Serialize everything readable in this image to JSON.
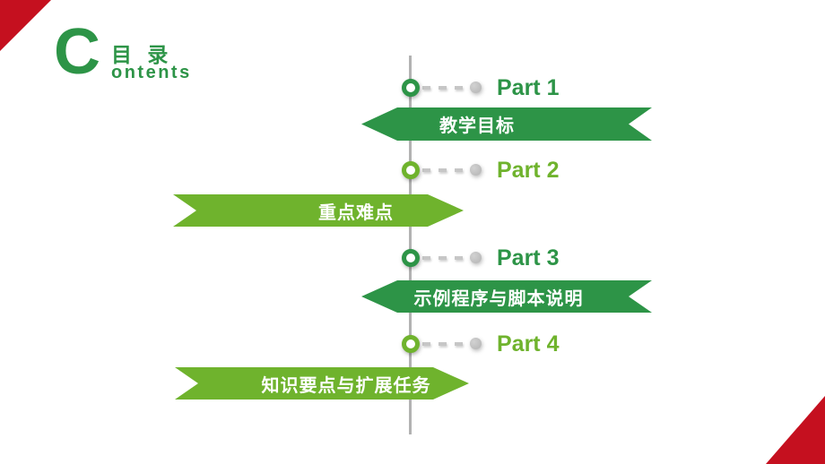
{
  "colors": {
    "dark_green": "#2d9447",
    "light_green": "#6fb32d",
    "accent_red": "#c5101f",
    "line_gray": "#b2b2b2",
    "dot_gray": "#bcbcbc",
    "banner_text": "#ffffff"
  },
  "header": {
    "initial_letter": "C",
    "title_cn": "目 录",
    "title_en_suffix": "ontents",
    "title_en_full": "Contents"
  },
  "timeline": {
    "parts": [
      {
        "label": "Part 1",
        "section_title": "教学目标",
        "tone": "dark"
      },
      {
        "label": "Part 2",
        "section_title": "重点难点",
        "tone": "light"
      },
      {
        "label": "Part 3",
        "section_title": "示例程序与脚本说明",
        "tone": "dark"
      },
      {
        "label": "Part 4",
        "section_title": "知识要点与扩展任务",
        "tone": "light"
      }
    ]
  }
}
